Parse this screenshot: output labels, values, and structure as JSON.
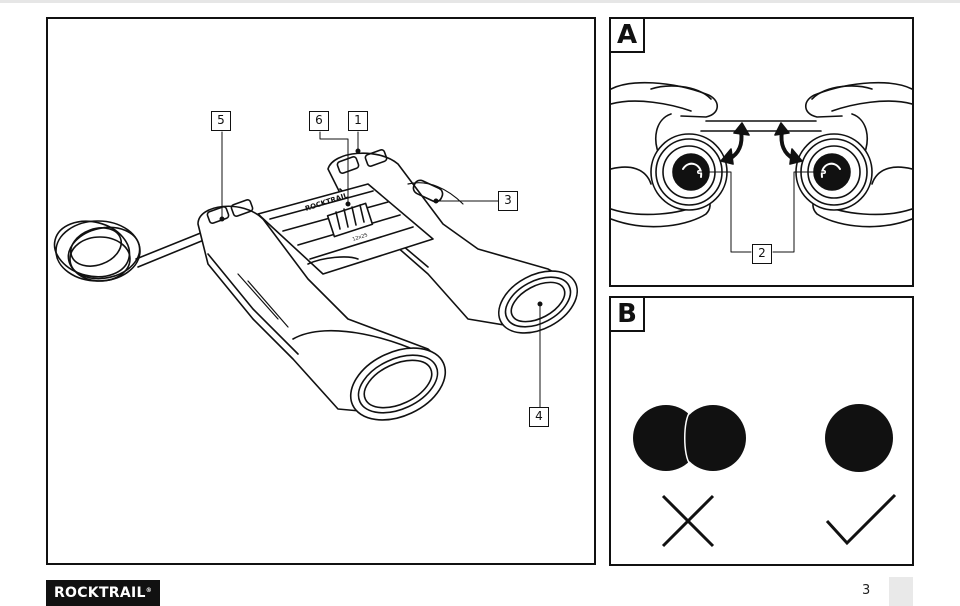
{
  "panel_a": {
    "letter": "A",
    "callout": "2"
  },
  "panel_b": {
    "letter": "B"
  },
  "main_figure": {
    "callouts": {
      "c1": "1",
      "c3": "3",
      "c4": "4",
      "c5": "5",
      "c6": "6"
    },
    "binocular_text": {
      "brand": "ROCKTRAIL",
      "model": "12x25"
    }
  },
  "footer": {
    "brand": "ROCKTRAIL",
    "trademark": "®",
    "page_number": "3"
  },
  "icons": [
    "binoculars-illustration",
    "hands-illustration",
    "cross-icon",
    "check-icon"
  ]
}
